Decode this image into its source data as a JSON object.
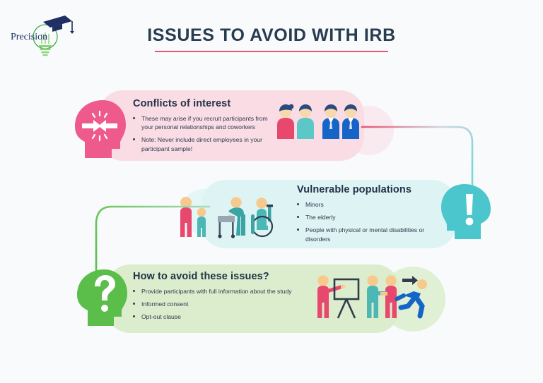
{
  "page": {
    "background_color": "#f8fafc"
  },
  "logo": {
    "name": "precision-logo",
    "text": "Precision",
    "icon": "graduation-cap-lightbulb-icon",
    "text_color": "#1f2f63",
    "bulb_color": "#5bbd4a",
    "cap_color": "#1f2f63"
  },
  "header": {
    "title": "ISSUES TO AVOID WITH IRB",
    "title_color": "#283c50",
    "rule_color": "#e8556f"
  },
  "sections": [
    {
      "id": "conflicts-of-interest",
      "heading": "Conflicts of interest",
      "bullets": [
        "These may arise if you recruit participants from your personal relationships and coworkers",
        "Note: Never include direct employees in your participant sample!"
      ],
      "card_color": "#fadce5",
      "accent_color": "#ef5a8c",
      "head_icon": "head-colliding-arrows-icon",
      "illustration": "four-people-casual-and-business-icon",
      "head_side": "left"
    },
    {
      "id": "vulnerable-populations",
      "heading": "Vulnerable populations",
      "bullets": [
        "Minors",
        "The elderly",
        "People with physical or mental disabilities or disorders"
      ],
      "card_color": "#ddf3f4",
      "accent_color": "#4cc6cd",
      "head_icon": "head-exclamation-mark-icon",
      "illustration": "adult-child-elderly-wheelchair-icon",
      "head_side": "right"
    },
    {
      "id": "how-to-avoid-these-issues",
      "heading": "How to avoid these issues?",
      "bullets": [
        "Provide participants with full information about the study",
        "Informed consent",
        "Opt-out clause"
      ],
      "card_color": "#dbedcd",
      "accent_color": "#5bbd4a",
      "head_icon": "head-question-mark-icon",
      "illustration": "presentation-handshake-exit-icon",
      "head_side": "left"
    }
  ],
  "connectors": [
    {
      "id": "connector-pink-to-teal",
      "from_color": "#e8556f",
      "to_color": "#7fd6d8"
    },
    {
      "id": "connector-teal-to-green",
      "from_color": "#8ed3a8",
      "to_color": "#5bbd4a"
    }
  ]
}
